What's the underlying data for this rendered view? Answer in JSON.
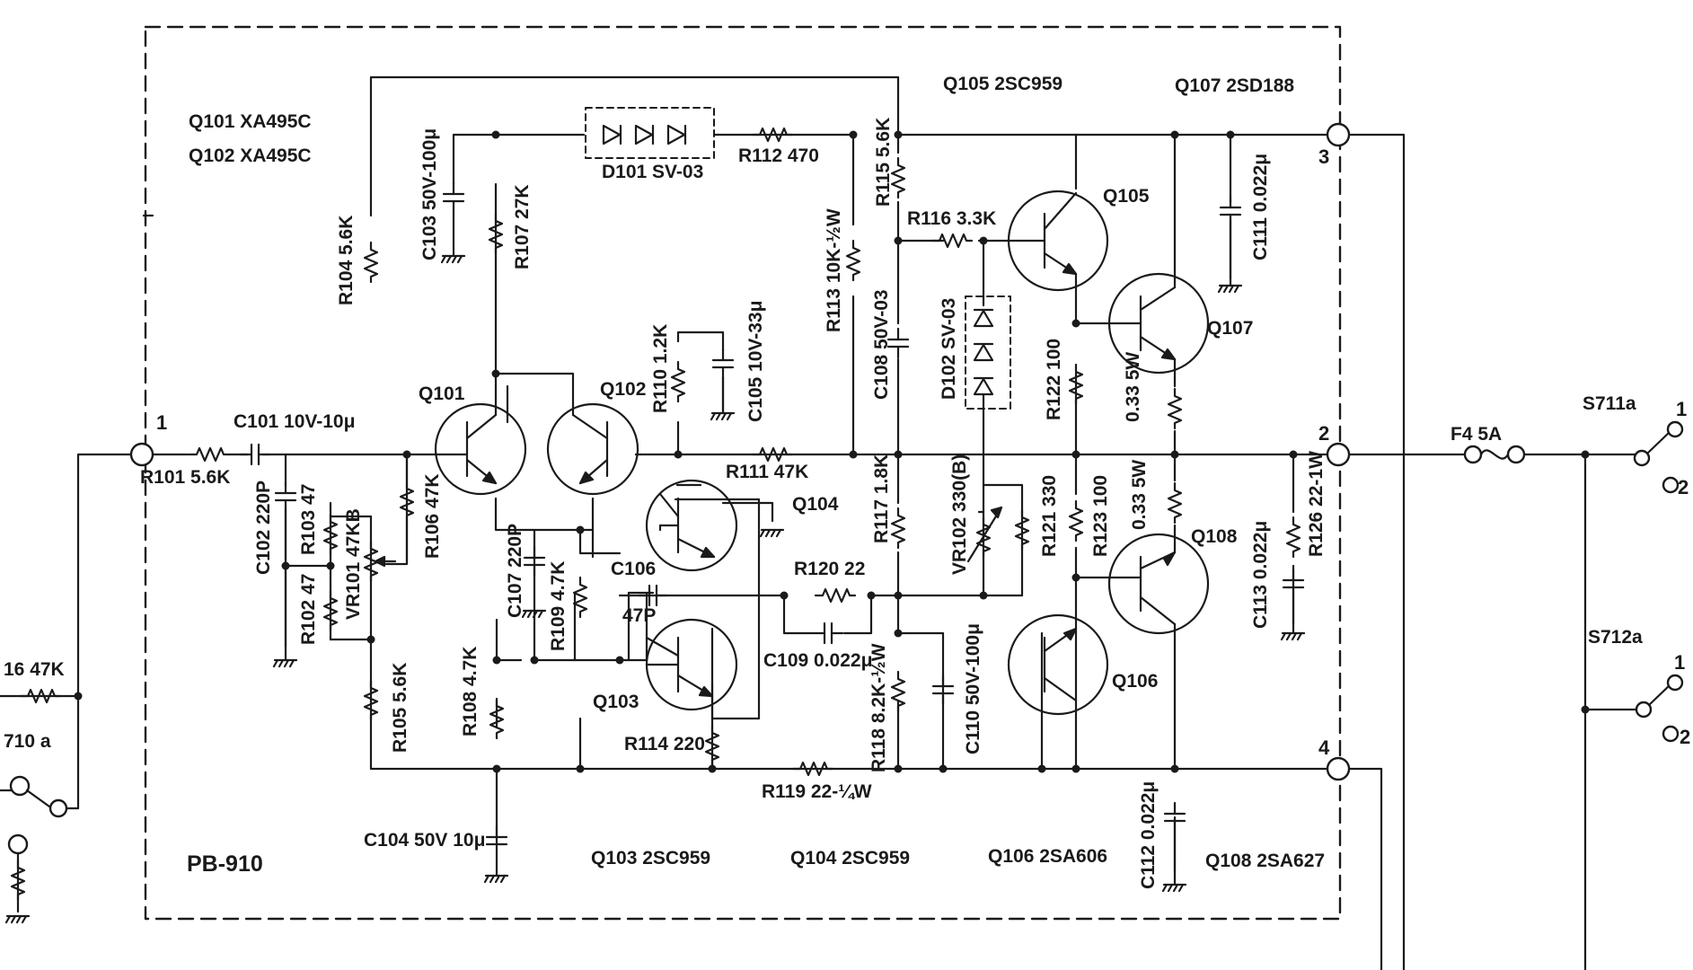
{
  "board": {
    "name": "PB-910"
  },
  "terminals": [
    "1",
    "2",
    "3",
    "4"
  ],
  "switch_pins": [
    "1",
    "2",
    "1",
    "2"
  ],
  "labels": {
    "q101_hdr": "Q101 XA495C",
    "q102_hdr": "Q102 XA495C",
    "q105_hdr": "Q105 2SC959",
    "q107_hdr": "Q107 2SD188",
    "q103_ftr": "Q103 2SC959",
    "q104_ftr": "Q104 2SC959",
    "q106_ftr": "Q106 2SA606",
    "q108_ftr": "Q108 2SA627",
    "r101": "R101 5.6K",
    "c101": "C101 10V-10μ",
    "c102": "C102 220P",
    "r103": "R103 47",
    "r102": "R102 47",
    "vr101": "VR101 47KB",
    "r106": "R106 47K",
    "r104": "R104 5.6K",
    "r105": "R105 5.6K",
    "c103": "C103 50V-100μ",
    "r107": "R107 27K",
    "d101": "D101 SV-03",
    "r112": "R112 470",
    "r115": "R115 5.6K",
    "r113": "R113 10K-½W",
    "r110": "R110 1.2K",
    "c105": "C105 10V-33μ",
    "r111": "R111 47K",
    "c108": "C108 50V-03",
    "r117": "R117 1.8K",
    "r116": "R116 3.3K",
    "d102": "D102 SV-03",
    "c107": "C107 220P",
    "r109": "R109 4.7K",
    "c106": "C106",
    "c106v": "47P",
    "r120": "R120 22",
    "c109": "C109 0.022μ",
    "r108": "R108 4.7K",
    "r114": "R114 220",
    "r119": "R119 22-¼W",
    "r118": "R118 8.2K-½W",
    "c110": "C110 50V-100μ",
    "c104": "C104 50V 10μ",
    "vr102": "VR102 330(B)",
    "r121": "R121 330",
    "r122": "R122 100",
    "r123": "R123 100",
    "r124": "0.33 5W",
    "r125": "0.33 5W",
    "c111": "C111 0.022μ",
    "c113": "C113 0.022μ",
    "r126": "R126 22-1W",
    "c112": "C112 0.022μ",
    "fuse": "F4 5A",
    "s711": "S711a",
    "s712": "S712a",
    "r_left": "16 47K",
    "s_left": "710 a"
  },
  "tags": {
    "q101": "Q101",
    "q102": "Q102",
    "q103": "Q103",
    "q104": "Q104",
    "q105": "Q105",
    "q106": "Q106",
    "q107": "Q107",
    "q108": "Q108"
  }
}
